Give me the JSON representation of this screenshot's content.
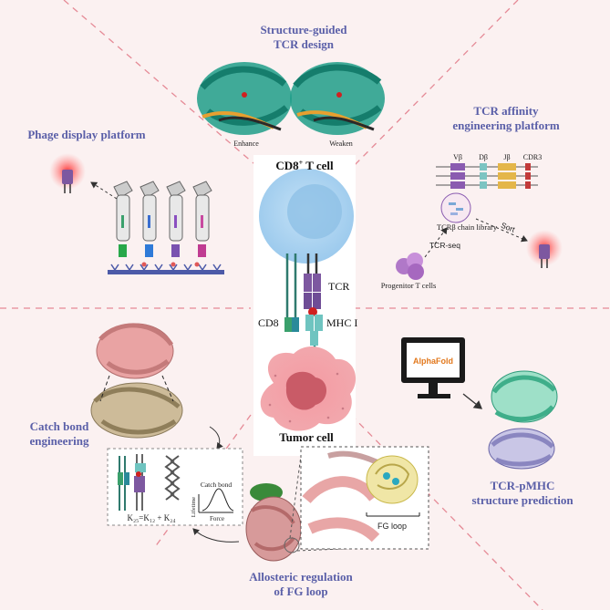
{
  "titles": {
    "structure_guided": "Structure-guided\nTCR design",
    "phage_display": "Phage display platform",
    "affinity_platform": "TCR affinity\nengineering platform",
    "catch_bond": "Catch bond\nengineering",
    "tcr_pmhc": "TCR-pMHC\nstructure prediction",
    "allosteric": "Allosteric regulation\nof FG loop"
  },
  "center": {
    "cd8_t_cell": "CD8",
    "cd8_sup": "+",
    "cd8_rest": " T cell",
    "tumor_cell": "Tumor cell",
    "tcr": "TCR",
    "cd8": "CD8",
    "mhc": "MHC I"
  },
  "structure_design": {
    "enhance": "Enhance",
    "weaken": "Weaken"
  },
  "affinity": {
    "segments": [
      "Vβ",
      "Dβ",
      "Jβ",
      "CDR3"
    ],
    "library": "TCRβ chain library",
    "tcr_seq": "TCR-seq",
    "sort": "Sort",
    "progenitor": "Progenitor T cells"
  },
  "alphafold": "AlphaFold",
  "allosteric_panel": {
    "fg_loop": "FG loop"
  },
  "catch_bond_panel": {
    "catch_bond": "Catch bond",
    "lifetime": "Lifetime",
    "force": "Force",
    "equation": "K₂₅=K₁₂ + K₂₄"
  },
  "colors": {
    "title": "#5a5fa8",
    "background": "#fbf1f1",
    "dash": "#e58a96",
    "tcr_purple": "#7d58a0",
    "tumor": "#ee8b92",
    "tcell": "#a9d2ef"
  }
}
